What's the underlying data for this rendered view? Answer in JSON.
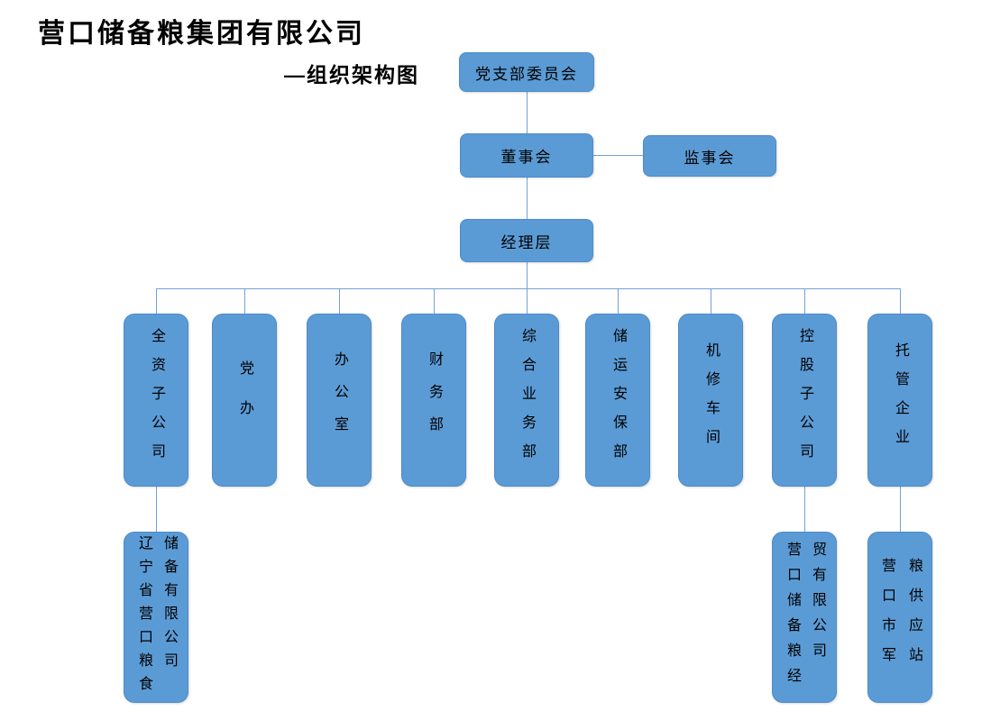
{
  "page": {
    "title": "营口储备粮集团有限公司",
    "subtitle": "—组织架构图"
  },
  "colors": {
    "node_fill": "#5b9bd5",
    "node_border": "#4d8bc9",
    "node_text": "#000000",
    "connector": "#73a1d8",
    "page_background": "#ffffff",
    "title_color": "#000000"
  },
  "chart_data": {
    "type": "org-chart",
    "title": "营口储备粮集团有限公司—组织架构图",
    "nodes": [
      {
        "id": "party-branch-committee",
        "label": "党支部委员会",
        "parent": null
      },
      {
        "id": "board-of-directors",
        "label": "董事会",
        "parent": "party-branch-committee"
      },
      {
        "id": "supervisory-board",
        "label": "监事会",
        "parent": "board-of-directors",
        "relation": "lateral"
      },
      {
        "id": "management",
        "label": "经理层",
        "parent": "board-of-directors"
      },
      {
        "id": "wholly-owned-subsidiary",
        "label": "全资子公司",
        "parent": "management"
      },
      {
        "id": "party-office",
        "label": "党办",
        "parent": "management"
      },
      {
        "id": "general-office",
        "label": "办公室",
        "parent": "management"
      },
      {
        "id": "finance-department",
        "label": "财务部",
        "parent": "management"
      },
      {
        "id": "comprehensive-business-department",
        "label": "综合业务部",
        "parent": "management"
      },
      {
        "id": "storage-transport-security-department",
        "label": "储运安保部",
        "parent": "management"
      },
      {
        "id": "machine-repair-workshop",
        "label": "机修车间",
        "parent": "management"
      },
      {
        "id": "holding-subsidiary",
        "label": "控股子公司",
        "parent": "management"
      },
      {
        "id": "trusteeship-enterprise",
        "label": "托管企业",
        "parent": "management"
      },
      {
        "id": "liaoning-yingkou-grain-reserve-co",
        "label": "辽宁省营口粮食储备有限公司",
        "parent": "wholly-owned-subsidiary"
      },
      {
        "id": "yingkou-grain-reserve-trading-co",
        "label": "营口储备粮经贸有限公司",
        "parent": "holding-subsidiary"
      },
      {
        "id": "yingkou-military-grain-supply-station",
        "label": "营口市军粮供应站",
        "parent": "trusteeship-enterprise"
      }
    ]
  }
}
